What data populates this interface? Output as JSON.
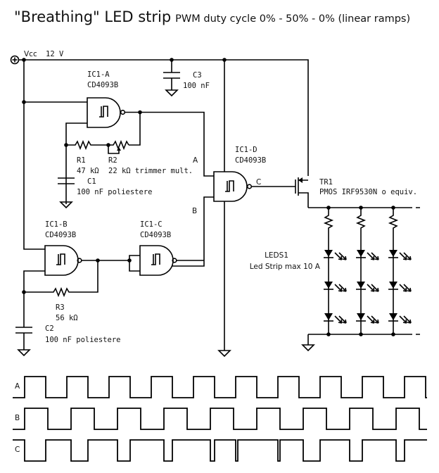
{
  "title": {
    "main": "\"Breathing\" LED strip",
    "subtitle": "PWM duty cycle 0% - 50% - 0% (linear ramps)"
  },
  "power": {
    "net": "Vcc",
    "voltage": "12 V"
  },
  "components": {
    "ic1a": {
      "ref": "IC1-A",
      "part": "CD4093B"
    },
    "ic1b": {
      "ref": "IC1-B",
      "part": "CD4093B"
    },
    "ic1c": {
      "ref": "IC1-C",
      "part": "CD4093B"
    },
    "ic1d": {
      "ref": "IC1-D",
      "part": "CD4093B"
    },
    "c1": {
      "ref": "C1",
      "value": "100 nF poliestere"
    },
    "c2": {
      "ref": "C2",
      "value": "100 nF poliestere"
    },
    "c3": {
      "ref": "C3",
      "value": "100 nF"
    },
    "r1": {
      "ref": "R1",
      "value": "47 kΩ"
    },
    "r2": {
      "ref": "R2",
      "value": "22 kΩ trimmer mult."
    },
    "r3": {
      "ref": "R3",
      "value": "56 kΩ"
    },
    "tr1": {
      "ref": "TR1",
      "value": "PMOS IRF9530N o equiv."
    },
    "leds1": {
      "ref": "LEDS1",
      "value": "Led Strip max 10 A"
    }
  },
  "nets": {
    "a": "A",
    "b": "B",
    "c": "C"
  },
  "timing": {
    "labels": [
      "A",
      "B",
      "C"
    ],
    "A": {
      "start_level": 0,
      "edges": [
        35,
        65,
        95,
        125,
        155,
        185,
        215,
        245,
        275,
        305,
        335,
        365,
        395,
        425,
        455,
        485,
        515,
        545,
        575,
        605
      ]
    },
    "B": {
      "start_level": 0,
      "edges": [
        35,
        68,
        101,
        134,
        167,
        200,
        233,
        266,
        299,
        332,
        365,
        398,
        431,
        464,
        497,
        530,
        563,
        596
      ]
    },
    "C": {
      "start_level": 1,
      "edges": [
        35,
        65,
        101,
        125,
        167,
        185,
        233,
        245,
        299,
        305,
        335,
        338,
        395,
        398,
        431,
        455,
        497,
        515,
        563,
        575
      ]
    }
  }
}
